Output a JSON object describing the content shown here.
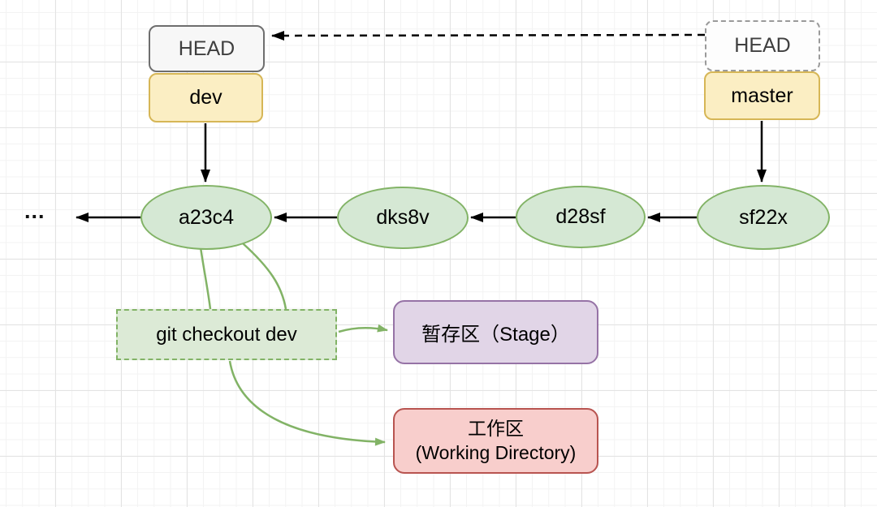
{
  "diagram": {
    "pointers": {
      "head_dev_label": "HEAD",
      "dev_label": "dev",
      "head_master_label": "HEAD",
      "master_label": "master"
    },
    "commits": [
      {
        "id": "a23c4"
      },
      {
        "id": "dks8v"
      },
      {
        "id": "d28sf"
      },
      {
        "id": "sf22x"
      }
    ],
    "history_ellipsis": "...",
    "command_label": "git checkout dev",
    "stage_label": "暂存区（Stage）",
    "working_label_line1": "工作区",
    "working_label_line2": "(Working Directory)",
    "colors": {
      "commit_fill": "#d5e8d4",
      "commit_border": "#82b366",
      "branch_fill": "#fbeec3",
      "branch_border": "#d6b656",
      "head_fill": "#f7f7f7",
      "head_border": "#6e6e6e",
      "stage_fill": "#e1d5e7",
      "stage_border": "#9673a6",
      "working_fill": "#f8cecc",
      "working_border": "#b85450",
      "green_connector": "#82b366",
      "black_connector": "#000000"
    }
  }
}
